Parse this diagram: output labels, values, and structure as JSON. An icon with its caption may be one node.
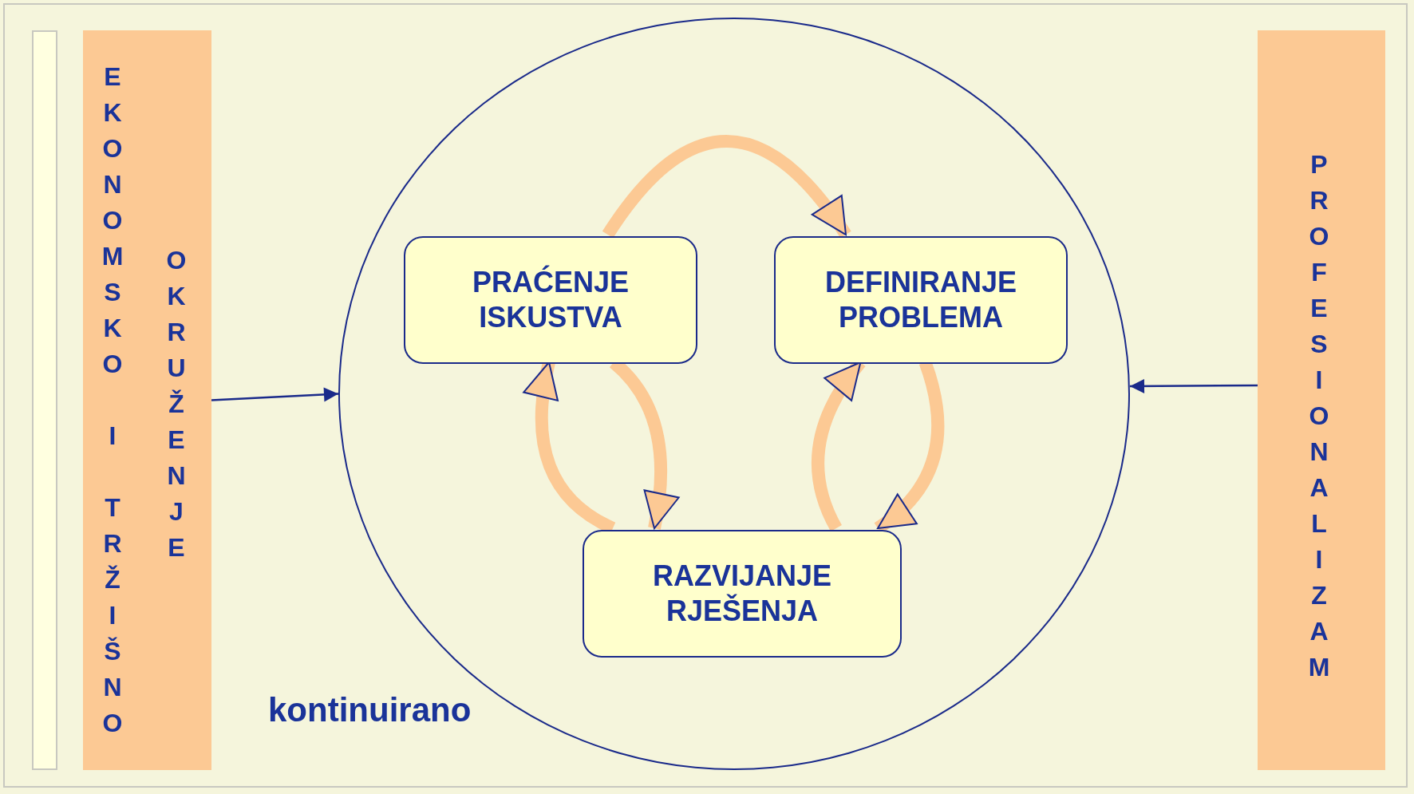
{
  "diagram": {
    "nodes": [
      {
        "text": [],
        "shape": "circle"
      },
      {
        "text": [
          "EKONOMSKO I TRŽIŠNO",
          "OKRUŽENJE"
        ]
      },
      {
        "text": [
          "PROFESIONALIZAM"
        ]
      },
      {
        "text": [
          "PRAĆENJE ISKUSTVA"
        ],
        "in": 0
      },
      {
        "text": [
          "DEFINIRANJE PROBLEMA"
        ],
        "in": 0
      },
      {
        "text": [
          "RAZVIJANJE RJEŠENJA"
        ],
        "in": 0
      }
    ],
    "edges": [
      {
        "from": 1,
        "to": 0,
        "arrow": "to",
        "color": "#1a2a8a"
      },
      {
        "from": 2,
        "to": 0,
        "arrow": "to",
        "color": "#1a2a8a"
      },
      {
        "from": 3,
        "to": 4,
        "arrow": "to"
      },
      {
        "from": 5,
        "to": 3,
        "arrow": "to"
      },
      {
        "from": 3,
        "to": 5,
        "arrow": "to"
      },
      {
        "from": 5,
        "to": 4,
        "arrow": "to"
      },
      {
        "from": 4,
        "to": 5,
        "arrow": "to"
      }
    ],
    "labels": [
      "kontinuirano"
    ]
  }
}
